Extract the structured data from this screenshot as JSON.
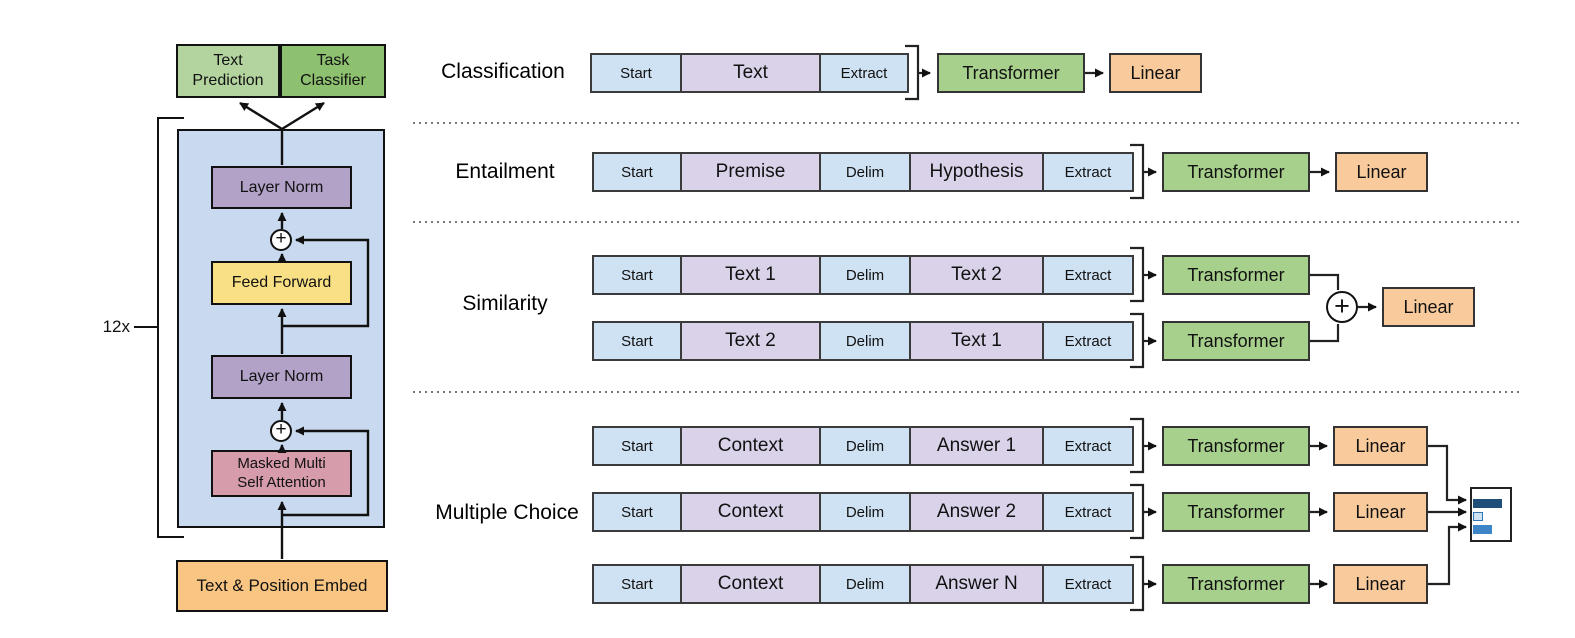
{
  "architecture": {
    "text_prediction": "Text\nPrediction",
    "task_classifier": "Task\nClassifier",
    "layer_norm_top": "Layer Norm",
    "feed_forward": "Feed Forward",
    "layer_norm_bottom": "Layer Norm",
    "masked_attention": "Masked Multi\nSelf Attention",
    "embed": "Text & Position Embed",
    "repeat": "12x",
    "residual_plus_top": "+",
    "residual_plus_bottom": "+"
  },
  "tasks": {
    "classification": {
      "label": "Classification",
      "row": [
        "Start",
        "Text",
        "Extract"
      ],
      "transformer": "Transformer",
      "linear": "Linear"
    },
    "entailment": {
      "label": "Entailment",
      "row": [
        "Start",
        "Premise",
        "Delim",
        "Hypothesis",
        "Extract"
      ],
      "transformer": "Transformer",
      "linear": "Linear"
    },
    "similarity": {
      "label": "Similarity",
      "rows": [
        [
          "Start",
          "Text 1",
          "Delim",
          "Text 2",
          "Extract"
        ],
        [
          "Start",
          "Text 2",
          "Delim",
          "Text 1",
          "Extract"
        ]
      ],
      "transformers": [
        "Transformer",
        "Transformer"
      ],
      "merge_plus": "+",
      "linear": "Linear"
    },
    "multiple_choice": {
      "label": "Multiple Choice",
      "rows": [
        [
          "Start",
          "Context",
          "Delim",
          "Answer 1",
          "Extract"
        ],
        [
          "Start",
          "Context",
          "Delim",
          "Answer 2",
          "Extract"
        ],
        [
          "Start",
          "Context",
          "Delim",
          "Answer N",
          "Extract"
        ]
      ],
      "transformers": [
        "Transformer",
        "Transformer",
        "Transformer"
      ],
      "linears": [
        "Linear",
        "Linear",
        "Linear"
      ],
      "score_bars_relative": [
        0.72,
        0.22,
        0.45
      ]
    }
  },
  "colors": {
    "token_blue": "#cfe2f3",
    "token_lavender": "#d9d2e9",
    "transformer_green": "#a8d08d",
    "linear_orange": "#f9cb9c",
    "embed_orange": "#f9c583",
    "feed_forward_yellow": "#f9e085",
    "layer_norm_purple": "#b2a2c7",
    "attention_pink": "#d69cab",
    "container_blue": "#c9daf0",
    "prediction_green_light": "#b3d39f",
    "classifier_green_dark": "#8dc06f",
    "score_bar_dark": "#1f4e79",
    "score_bar_light": "#cfe2f3",
    "score_bar_mid": "#3d85c6"
  }
}
